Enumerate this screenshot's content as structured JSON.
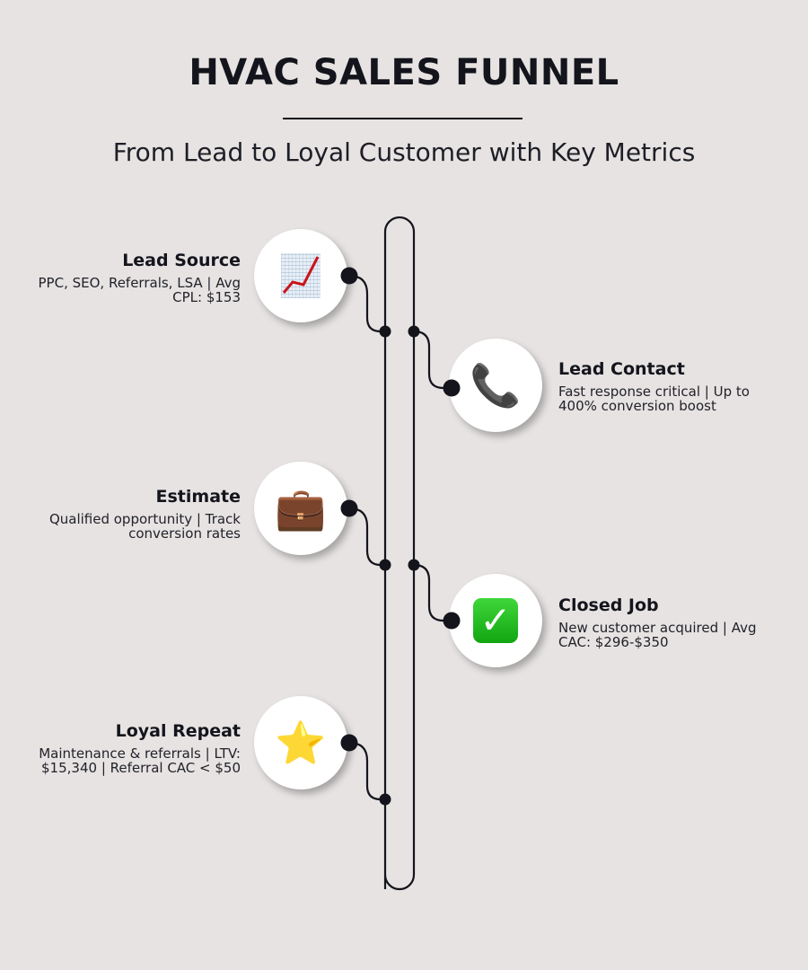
{
  "header": {
    "title": "HVAC SALES FUNNEL",
    "subtitle": "From Lead to Loyal Customer with Key Metrics"
  },
  "colors": {
    "background": "#e6e3e2",
    "ink": "#14141c",
    "node_fill": "#ffffff"
  },
  "stages": [
    {
      "name": "Lead Source",
      "icon": "chart-increasing-icon",
      "glyph": "",
      "description": "PPC, SEO, Referrals, LSA | Avg CPL: $153",
      "side": "left"
    },
    {
      "name": "Lead Contact",
      "icon": "telephone-receiver-icon",
      "glyph": "📞",
      "description": "Fast response critical | Up to 400% conversion boost",
      "side": "right"
    },
    {
      "name": "Estimate",
      "icon": "briefcase-icon",
      "glyph": "💼",
      "description": "Qualified opportunity | Track conversion rates",
      "side": "left"
    },
    {
      "name": "Closed Job",
      "icon": "check-mark-button-icon",
      "glyph": "✓",
      "description": "New customer acquired | Avg CAC: $296-$350",
      "side": "right"
    },
    {
      "name": "Loyal Repeat",
      "icon": "star-icon",
      "glyph": "⭐",
      "description": "Maintenance & referrals | LTV: $15,340 | Referral CAC < $50",
      "side": "left"
    }
  ]
}
